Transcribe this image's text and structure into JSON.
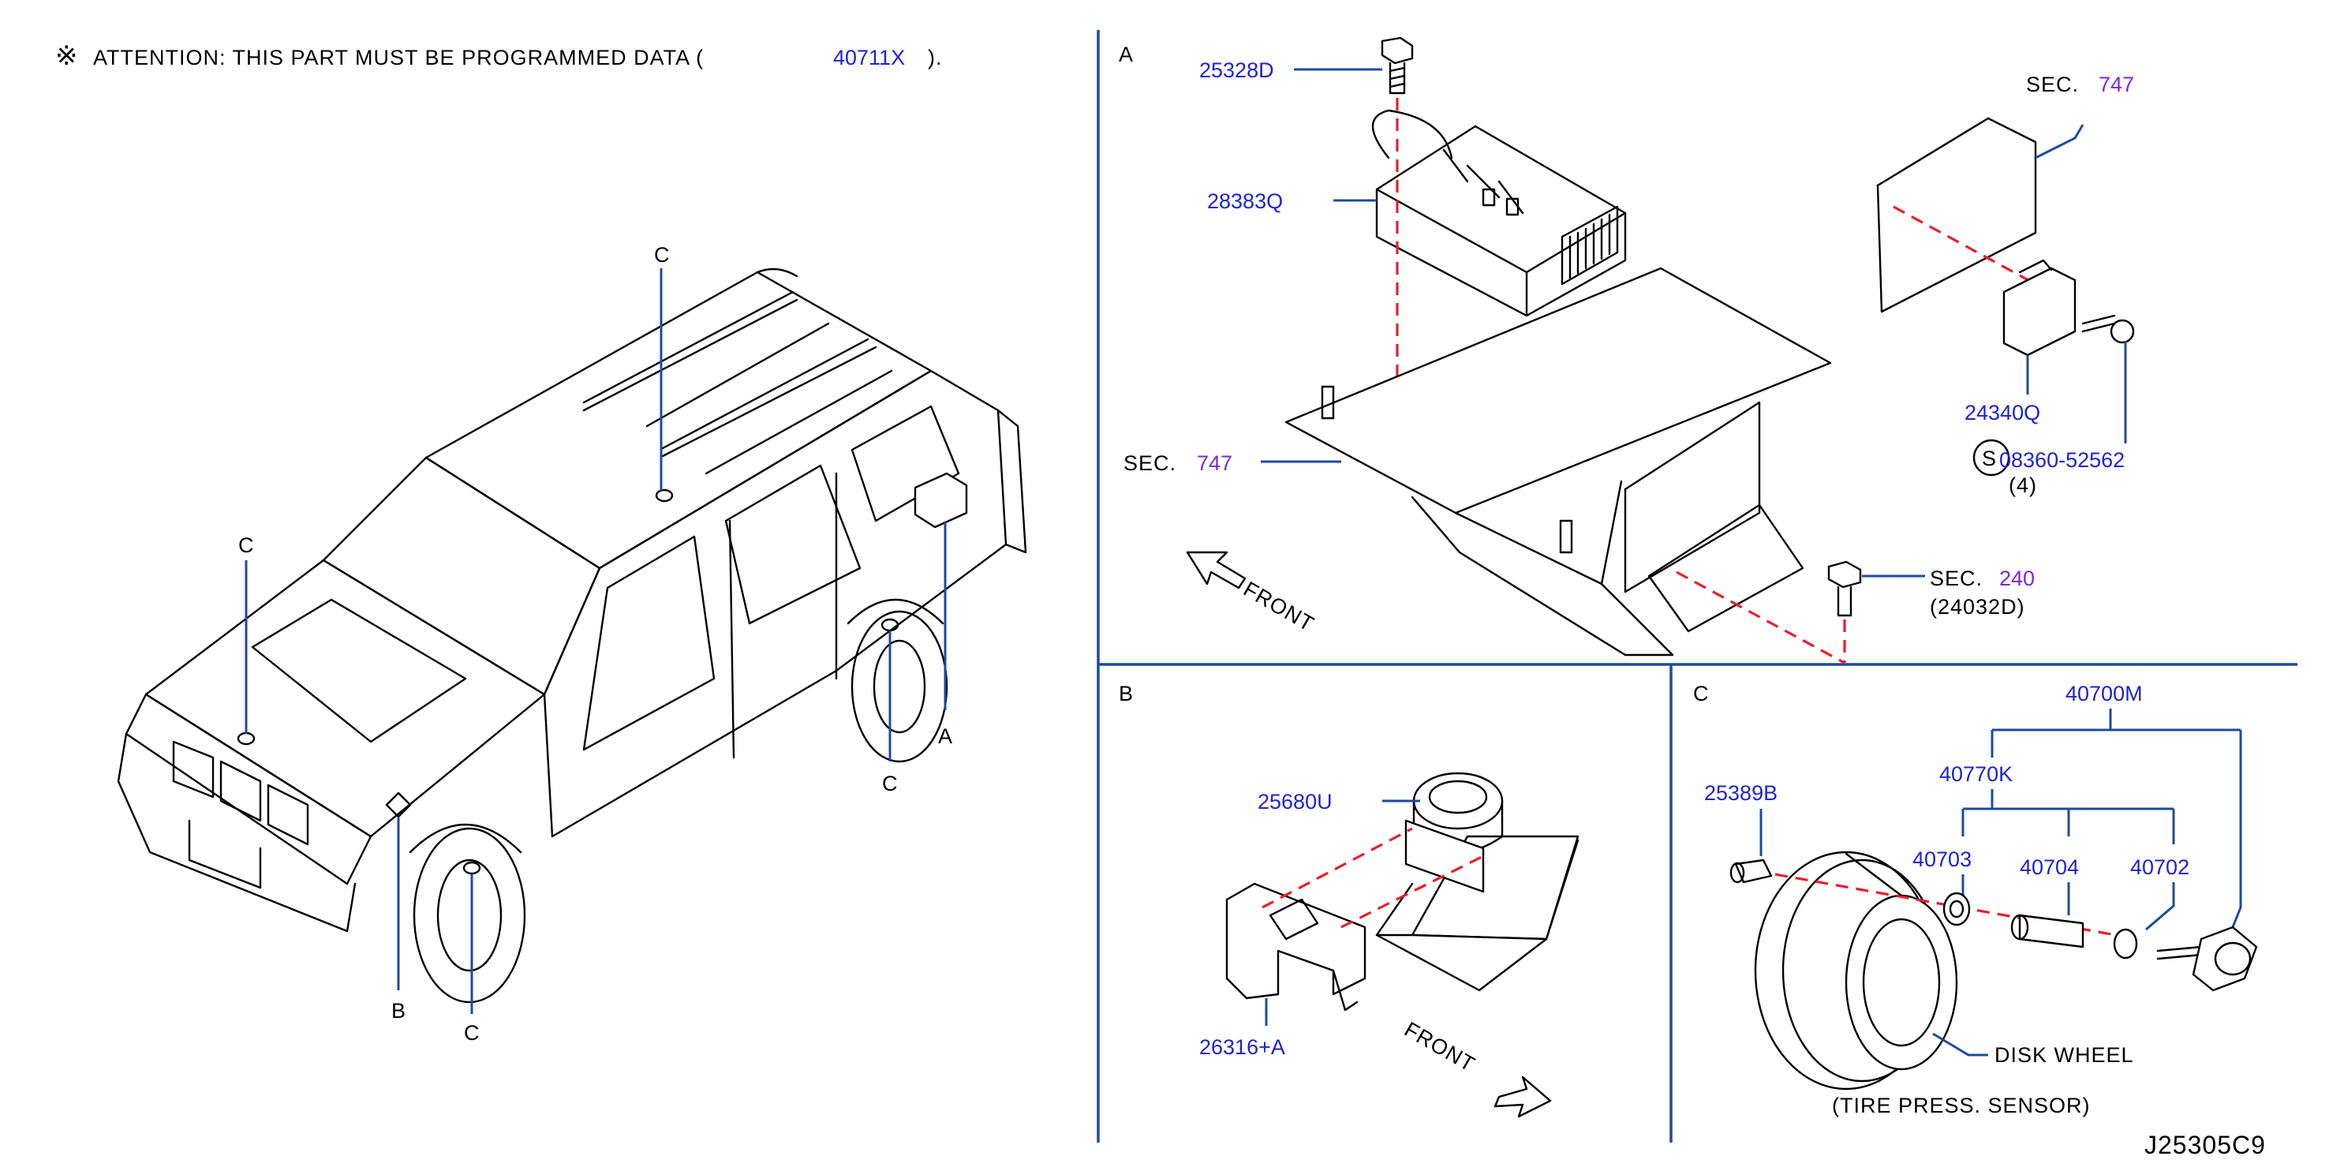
{
  "header": {
    "mark": "※",
    "attention_text": "ATTENTION:  THIS  PART  MUST  BE  PROGRAMMED  DATA  (",
    "part_number": "40711X",
    "close": ")."
  },
  "overview": {
    "label_c1": "C",
    "label_c2": "C",
    "label_c3": "C",
    "label_c4": "C",
    "label_a": "A",
    "label_b": "B"
  },
  "panel_a": {
    "title": "A",
    "bolt_top": "25328D",
    "module": "28383Q",
    "sec_left_prefix": "SEC.",
    "sec_left_num": "747",
    "sec_right_prefix": "SEC.",
    "sec_right_num": "747",
    "unit": "24340Q",
    "screw": "08360-52562",
    "screw_sym": "S",
    "screw_qty": "(4)",
    "sec_bottom_prefix": "SEC.",
    "sec_bottom_num": "240",
    "sec_bottom_ref": "(24032D)",
    "front": "FRONT"
  },
  "panel_b": {
    "title": "B",
    "horn": "25680U",
    "bracket": "26316+A",
    "front": "FRONT"
  },
  "panel_c": {
    "title": "C",
    "assy": "40700M",
    "kit": "40770K",
    "valve": "25389B",
    "p40703": "40703",
    "p40704": "40704",
    "p40702": "40702",
    "disk_wheel": "DISK   WHEEL",
    "tire_sensor": "(TIRE   PRESS.   SENSOR)"
  },
  "diagram_code": "J25305C9"
}
